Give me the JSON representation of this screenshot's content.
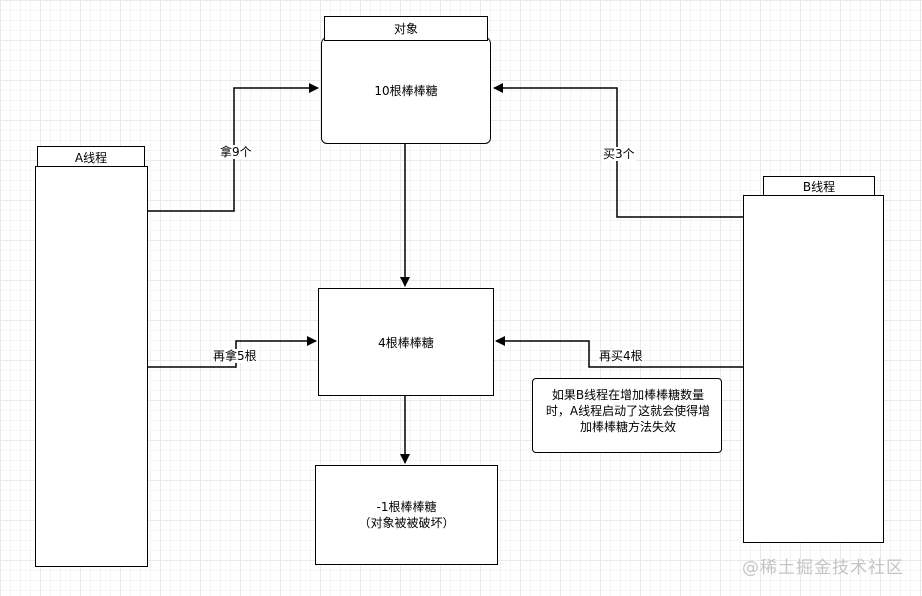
{
  "nodes": {
    "object_header": "对象",
    "object_box": "10根棒棒糖",
    "thread_a_header": "A线程",
    "thread_b_header": "B线程",
    "mid_box": "4根棒棒糖",
    "bottom_box_line1": "-1根棒棒糖",
    "bottom_box_line2": "（对象被被破坏）",
    "note": "如果B线程在增加棒棒糖数量时，A线程启动了这就会使得增加棒棒糖方法失效"
  },
  "edges": {
    "a_take_9": "拿9个",
    "b_buy_3": "买3个",
    "a_take_5_more": "再拿5根",
    "b_buy_4_more": "再买4根"
  },
  "watermark": "@稀土掘金技术社区",
  "colors": {
    "line": "#000000",
    "grid": "#e9e9e9",
    "watermark": "#c4c4c4"
  }
}
